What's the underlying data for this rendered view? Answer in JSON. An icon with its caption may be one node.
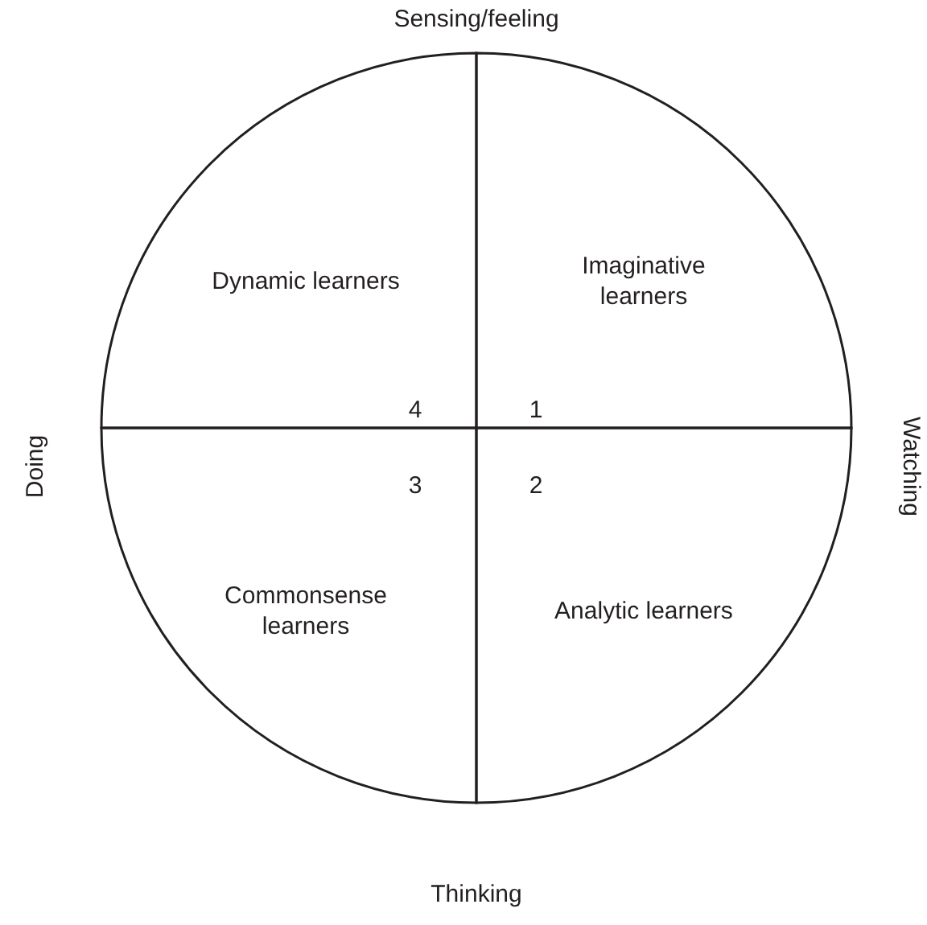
{
  "diagram": {
    "nodes": [
      {
        "text": [
          "Dynamic learners",
          "4"
        ]
      },
      {
        "text": [
          "Imaginative learners",
          "1"
        ]
      },
      {
        "text": [
          "Commonsense learners",
          "3"
        ]
      },
      {
        "text": [
          "Analytic learners",
          "2"
        ]
      }
    ],
    "labels": [
      "Sensing/feeling",
      "Doing",
      "Watching",
      "Thinking"
    ]
  }
}
